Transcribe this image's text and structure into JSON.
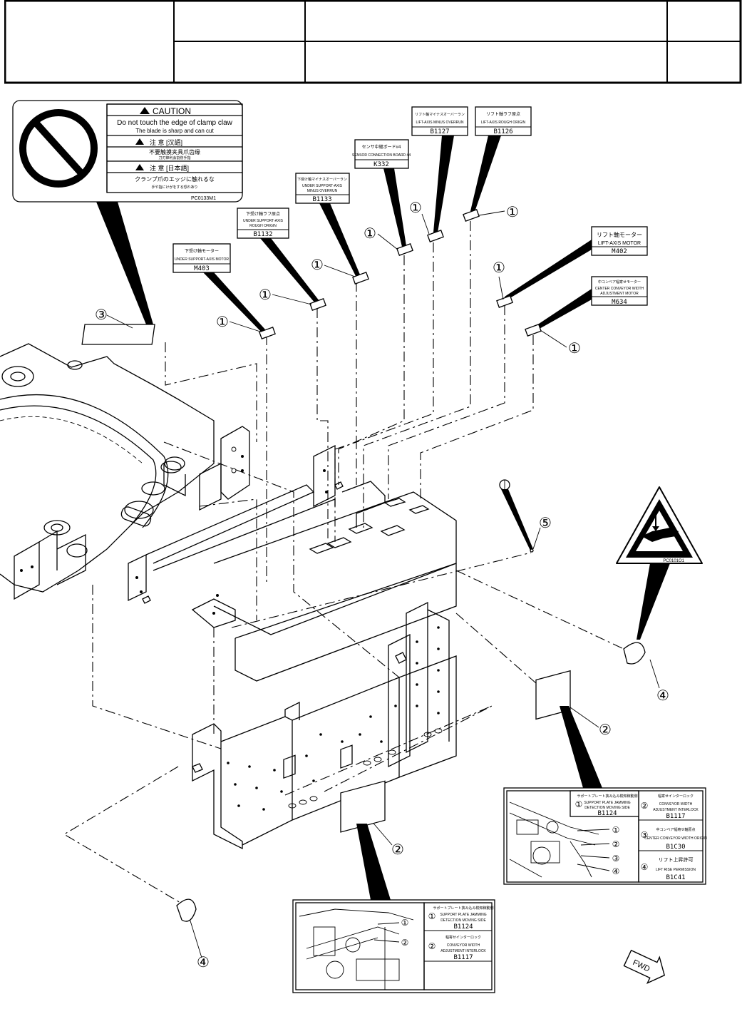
{
  "header": {
    "cells": [
      "",
      "",
      "",
      "",
      "",
      "",
      ""
    ]
  },
  "labels": {
    "caution": {
      "title": "CAUTION",
      "line1": "Do not touch the edge of clamp claw",
      "line2": "The blade is sharp and can cut",
      "cn_head": "注 意 [汉語]",
      "cn_text1": "不要触摸夹具爪齿缘",
      "cn_text2": "刀刃锋利会割伤手指",
      "jp_head": "注 意 [日本語]",
      "jp_text1": "クランプ爪のエッジに触れるな",
      "jp_text2": "手や指にけがをする恐れあり",
      "code": "PC0133M1"
    },
    "m403": {
      "jp": "下受け軸モーター",
      "en1": "UNDER SUPPORT-AXIS MOTOR",
      "en2": "",
      "code": "M403"
    },
    "b1132": {
      "jp": "下受け軸ラフ原点",
      "en1": "UNDER SUPPORT-AXIS",
      "en2": "ROUGH ORIGIN",
      "code": "B1132"
    },
    "b1133": {
      "jp": "下受け軸マイナスオーバーラン",
      "en1": "UNDER SUPPORT-AXIS",
      "en2": "MINUS OVERRUN",
      "code": "B1133"
    },
    "k332": {
      "jp": "センサ中継ボード#4",
      "en1": "SENSOR CONNECTION BOARD #4",
      "en2": "",
      "code": "K332"
    },
    "b1127": {
      "jp": "リフト軸マイナスオーバーラン",
      "en1": "LIFT-AXIS MINUS OVERRUN",
      "en2": "",
      "code": "B1127"
    },
    "b1126": {
      "jp": "リフト軸ラフ原点",
      "en1": "LIFT-AXIS ROUGH ORIGIN",
      "en2": "",
      "code": "B1126"
    },
    "m402": {
      "jp": "リフト軸モーター",
      "en1": "LIFT-AXIS MOTOR",
      "en2": "",
      "code": "M402"
    },
    "m634": {
      "jp": "中コンベア幅寄せモーター",
      "en1": "CENTER CONVEYOR WIDTH",
      "en2": "ADJUSTMENT MOTOR",
      "code": "M634"
    },
    "pc0101": {
      "code": "PC0101O1"
    },
    "right_panel": {
      "items": [
        {
          "num": "①",
          "jp": "サポートプレート挟み込み検知稼動側",
          "en1": "SUPPORT PLATE JAMMING",
          "en2": "DETECTION MOVING SIDE",
          "code": "B1124"
        },
        {
          "num": "②",
          "jp": "幅寄せインターロック",
          "en1": "CONVEYOR WIDTH",
          "en2": "ADJUSTMENT INTERLOCK",
          "code": "B1117"
        },
        {
          "num": "③",
          "jp": "中コンベア幅寄せ軸原点",
          "en1": "CENTER CONVEYOR WIDTH ORIGIN",
          "en2": "",
          "code": "B1C30"
        },
        {
          "num": "④",
          "jp": "リフト上昇許可",
          "en1": "LIFT RISE PERMISSION",
          "en2": "",
          "code": "B1C41"
        }
      ],
      "photo_marks": [
        "①",
        "②",
        "③",
        "④"
      ]
    },
    "bottom_panel": {
      "items": [
        {
          "num": "①",
          "jp": "サポートプレート挟み込み検知稼動側",
          "en1": "SUPPORT PLATE JAMMING",
          "en2": "DETECTION MOVING SIDE",
          "code": "B1124"
        },
        {
          "num": "②",
          "jp": "幅寄せインターロック",
          "en1": "CONVEYOR WIDTH",
          "en2": "ADJUSTMENT INTERLOCK",
          "code": "B1117"
        }
      ],
      "photo_marks": [
        "①",
        "②"
      ]
    },
    "fwd": "FWD"
  },
  "callouts": {
    "c1": "①",
    "c2": "②",
    "c3": "③",
    "c4": "④",
    "c5": "⑤"
  },
  "colors": {
    "line": "#000000",
    "background": "#ffffff"
  }
}
